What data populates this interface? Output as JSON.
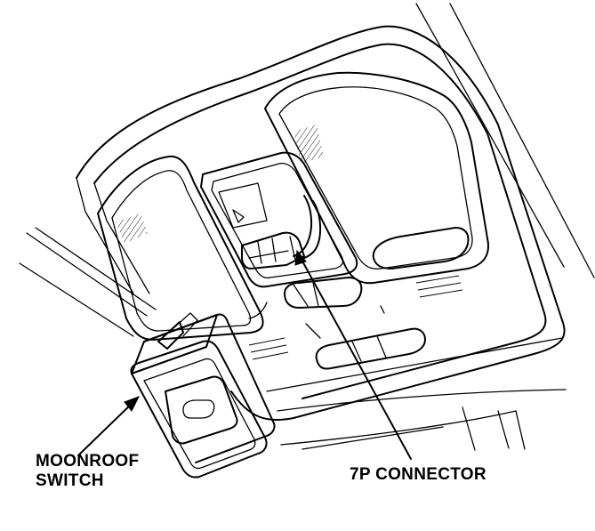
{
  "labels": {
    "moonroof_switch_line1": "MOONROOF",
    "moonroof_switch_line2": "SWITCH",
    "connector": "7P CONNECTOR"
  }
}
